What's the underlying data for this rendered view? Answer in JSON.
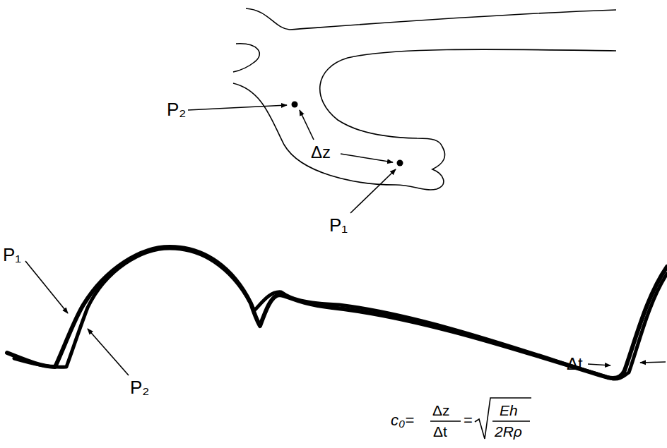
{
  "diagram": {
    "labels": [
      "P₂",
      "Δz",
      "P₁",
      "P₁",
      "P₂",
      "Δt",
      "c₀=",
      "Δz",
      "Δt",
      "=",
      "Eh",
      "2Rρ"
    ]
  }
}
